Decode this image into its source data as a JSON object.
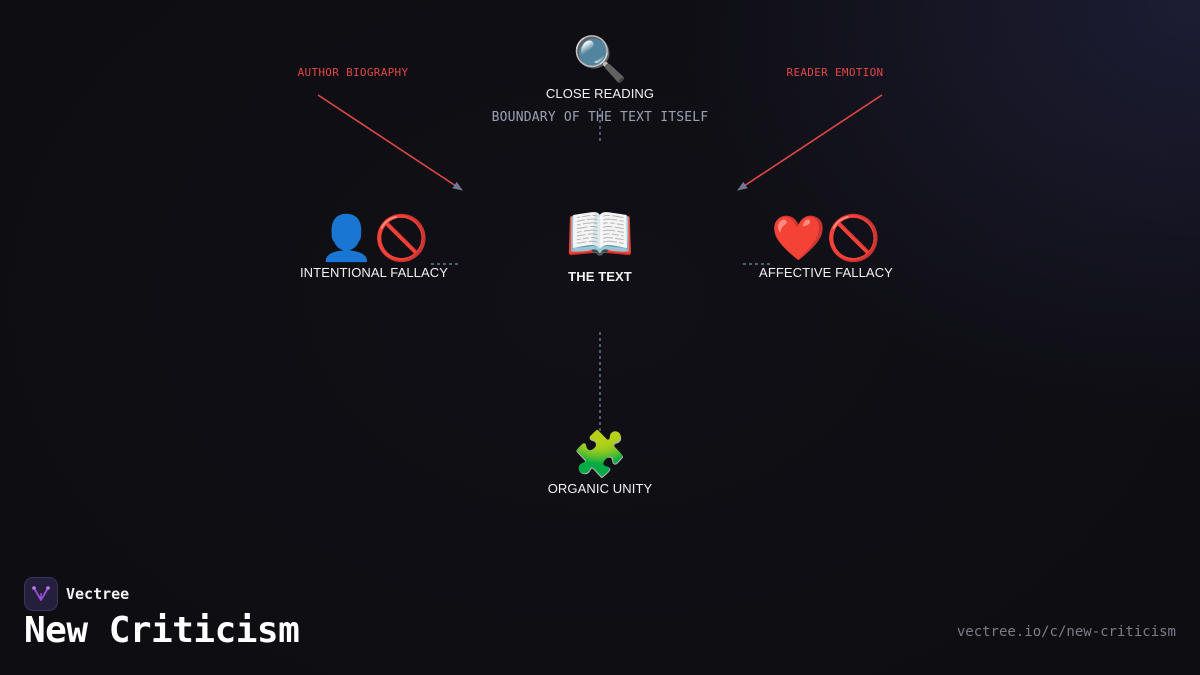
{
  "nodes": {
    "close_reading": {
      "icon": "🔍",
      "icon_name": "magnifier-icon",
      "label": "CLOSE READING"
    },
    "the_text": {
      "icon": "📖",
      "icon_name": "open-book-icon",
      "label": "THE TEXT"
    },
    "intentional_fallacy": {
      "icon": "👤🚫",
      "icon_name": "person-prohibited-icon",
      "label": "INTENTIONAL FALLACY"
    },
    "affective_fallacy": {
      "icon": "❤️🚫",
      "icon_name": "heart-prohibited-icon",
      "label": "AFFECTIVE FALLACY"
    },
    "organic_unity": {
      "icon": "🧩",
      "icon_name": "puzzle-piece-icon",
      "label": "ORGANIC UNITY"
    }
  },
  "annotations": {
    "author_biography": "AUTHOR BIOGRAPHY",
    "reader_emotion": "READER EMOTION",
    "boundary": "BOUNDARY OF THE TEXT ITSELF"
  },
  "footer": {
    "brand_name": "Vectree",
    "title": "New Criticism",
    "url": "vectree.io/c/new-criticism"
  },
  "colors": {
    "background": "#0e0d12",
    "excluded_arrow": "#e04848",
    "dashed_connector": "#6b7890",
    "annotation_red": "#e04848",
    "annotation_grey": "#9aa0b4",
    "brand_accent": "#9b4fd6"
  }
}
